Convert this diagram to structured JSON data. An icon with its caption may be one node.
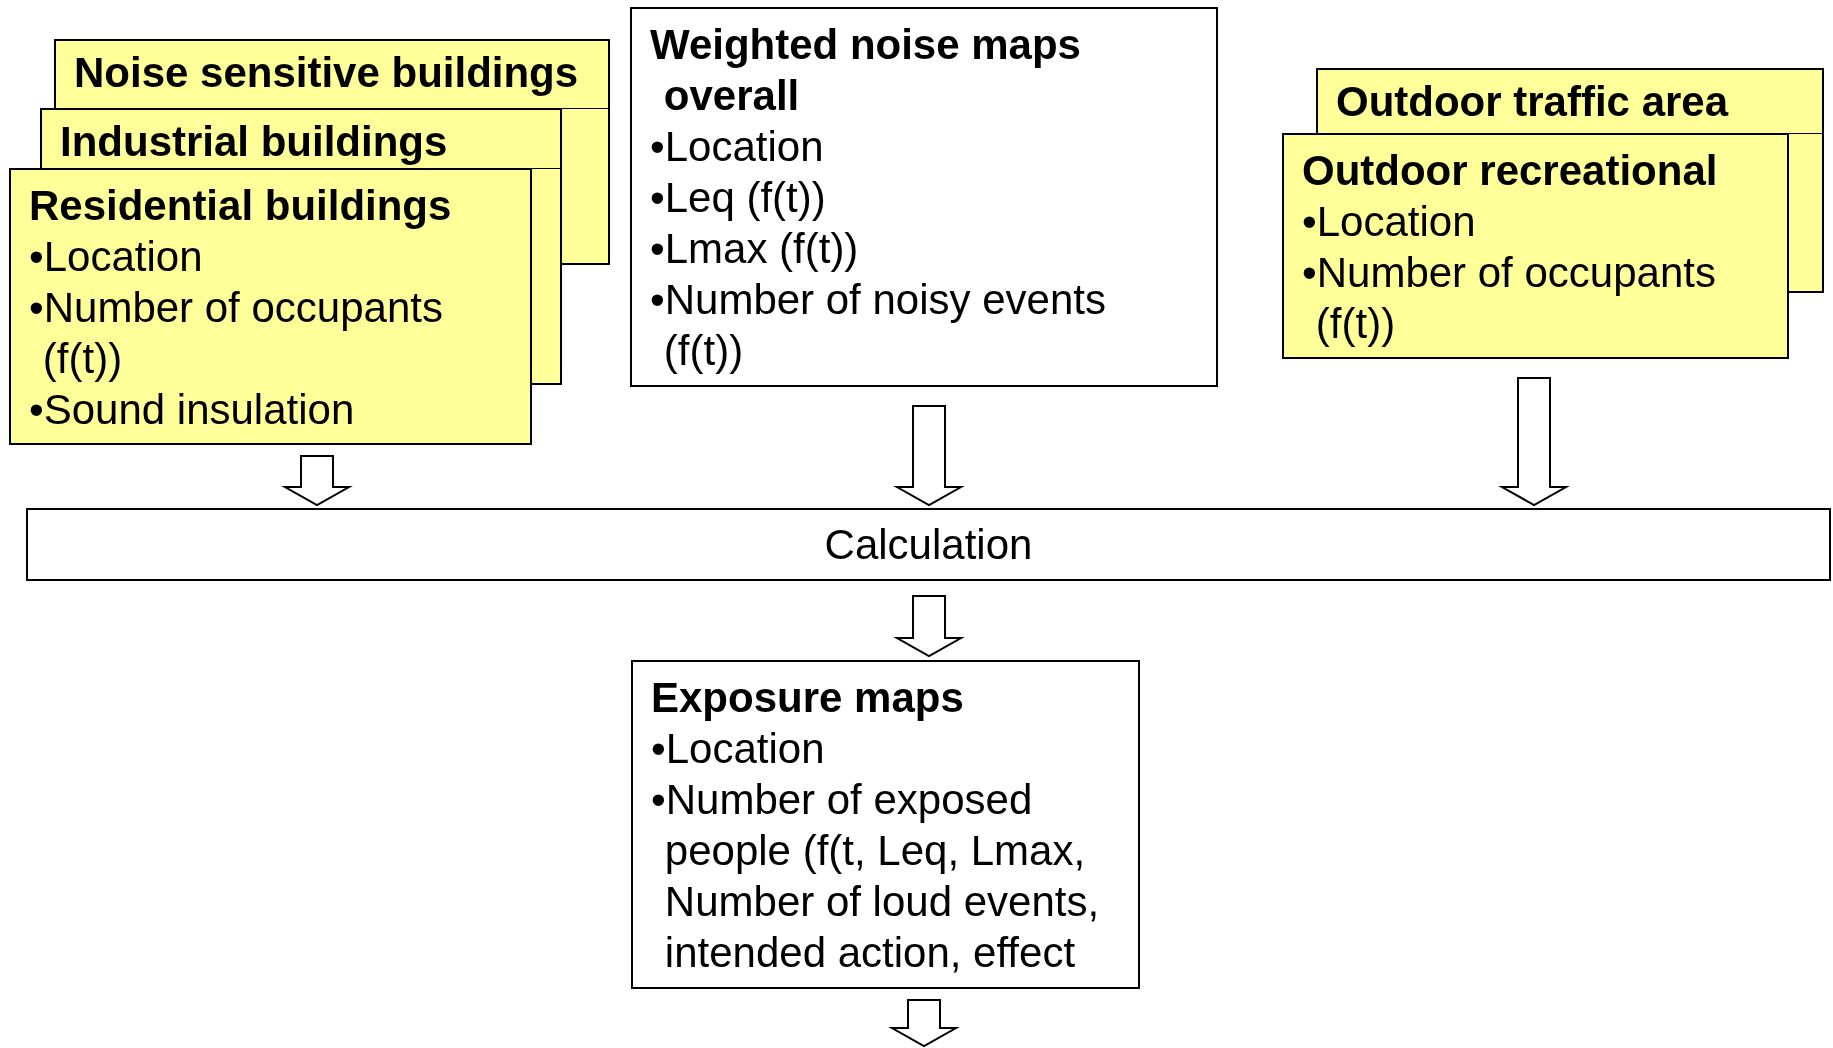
{
  "diagram": {
    "nodes": [
      {
        "text": [
          "Noise sensitive buildings"
        ]
      },
      {
        "text": [
          "Industrial buildings"
        ]
      },
      {
        "text": [
          "Residential buildings",
          "•Location",
          "•Number of occupants (f(t))",
          "•Sound insulation"
        ]
      },
      {
        "text": [
          "Weighted noise maps overall",
          "•Location",
          "•Leq (f(t))",
          "•Lmax (f(t))",
          "•Number of noisy events (f(t))"
        ]
      },
      {
        "text": [
          "Outdoor traffic area"
        ]
      },
      {
        "text": [
          "Outdoor recreational",
          "•Location",
          "•Number of occupants (f(t))"
        ]
      },
      {
        "text": [
          "Calculation"
        ]
      },
      {
        "text": [
          "Exposure maps",
          "•Location",
          "•Number of exposed people (f(t, Leq, Lmax, Number of loud events, intended action, effect"
        ]
      }
    ],
    "edges": [
      {
        "from": 2,
        "to": 6,
        "arrow": "to"
      },
      {
        "from": 3,
        "to": 6,
        "arrow": "to"
      },
      {
        "from": 5,
        "to": 6,
        "arrow": "to"
      },
      {
        "from": 6,
        "to": 7,
        "arrow": "to"
      },
      {
        "from": 7,
        "to": null,
        "arrow": "to"
      }
    ]
  }
}
